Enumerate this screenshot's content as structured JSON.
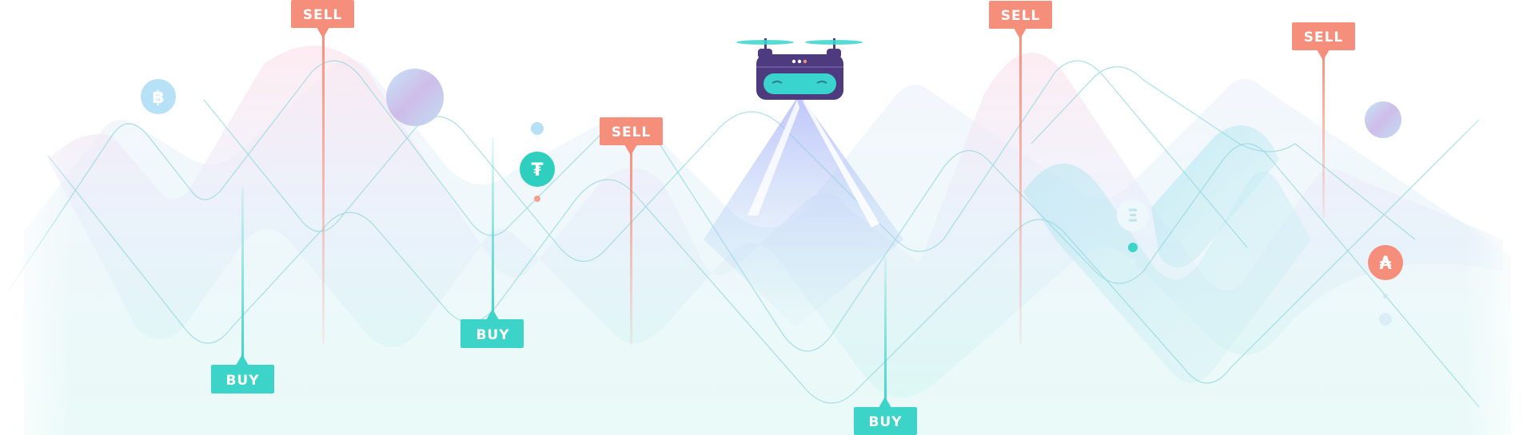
{
  "markers": {
    "sell_1": {
      "label": "SELL"
    },
    "sell_2": {
      "label": "SELL"
    },
    "sell_3": {
      "label": "SELL"
    },
    "sell_4": {
      "label": "SELL"
    },
    "buy_1": {
      "label": "BUY"
    },
    "buy_2": {
      "label": "BUY"
    },
    "buy_3": {
      "label": "BUY"
    }
  },
  "coins": {
    "bitcoin": {
      "symbol": "฿",
      "icon": "bitcoin-icon"
    },
    "tether": {
      "symbol": "₮",
      "icon": "tether-icon"
    },
    "ethereum": {
      "symbol": "Ξ",
      "icon": "ethereum-icon"
    },
    "aave": {
      "symbol": "₳",
      "icon": "aave-icon"
    }
  },
  "colors": {
    "sell": "#f58f7c",
    "buy": "#3cd3c9",
    "drone_body": "#4e3a7e",
    "drone_face": "#3ad4cf",
    "beam": "#a9b2f7",
    "wave_fill": "#dce6f7",
    "wave_line": "#8fd6dd"
  },
  "illustration": {
    "drone": "drone-icon"
  }
}
